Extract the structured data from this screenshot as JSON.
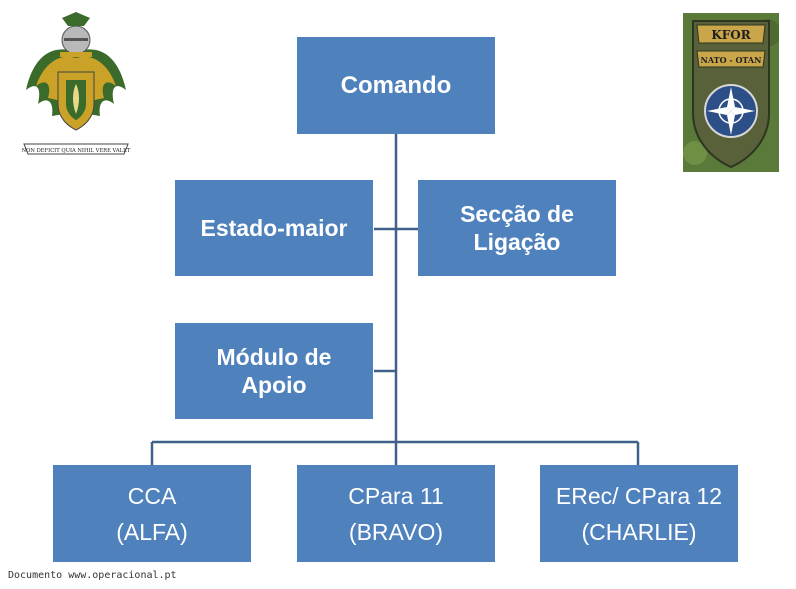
{
  "colors": {
    "box": "#4f81bd",
    "line": "#40608c",
    "text": "#ffffff"
  },
  "org": {
    "comando": "Comando",
    "estado_maior": "Estado-maior",
    "seccao_ligacao": [
      "Secção de",
      "Ligação"
    ],
    "modulo_apoio": [
      "Módulo de",
      "Apoio"
    ],
    "units": [
      {
        "name": "CCA",
        "callsign": "(ALFA)"
      },
      {
        "name": "CPara 11",
        "callsign": "(BRAVO)"
      },
      {
        "name": "ERec/ CPara 12",
        "callsign": "(CHARLIE)"
      }
    ]
  },
  "logos": {
    "left": {
      "icon": "coat-of-arms",
      "motto": "NON DEFICIT QUIA NIHIL VERE VALET"
    },
    "right": {
      "icon": "kfor-patch",
      "top": "KFOR",
      "middle": "NATO - OTAN"
    }
  },
  "footer": "Documento www.operacional.pt"
}
